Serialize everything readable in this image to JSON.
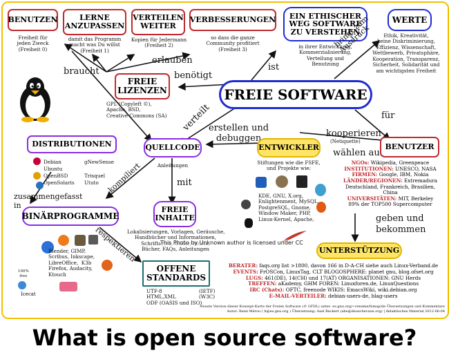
{
  "diagram": {
    "boxes": {
      "benutzen": "BENUTZEN",
      "lernen": "LERNE\nANZUPASSEN",
      "verteilen": "VERTEILEN\nWEITER",
      "verbesserungen": "VERBESSERUNGEN",
      "ethischer": "EIN ETHISCHER\nWEG SOFTWARE\nZU VERSTEHEN",
      "werte": "WERTE",
      "freie_lizenzen": "FREIE\nLIZENZEN",
      "freie_software": "FREIE SOFTWARE",
      "distributionen": "DISTRIBUTIONEN",
      "quellcode": "QUELLCODE",
      "entwickler": "ENTWICKLER",
      "benutzer": "BENUTZER",
      "freie_inhalte": "FREIE\nINHALTE",
      "binaerprogramme": "BINÄRPROGRAMME",
      "unterstuetzung": "UNTERSTÜTZUNG",
      "offene_standards": "OFFENE\nSTANDARDS"
    },
    "texts": {
      "benutzen_desc": "Freiheit für\njeden Zweck\n(Freiheit 0)",
      "lernen_desc": "damit das Programm\nmacht was Du willst\n(Freiheit 1)",
      "verteilen_desc": "Kopien für Jedermann\n(Freiheit 2)",
      "verbesserungen_desc": "so dass die ganze\nCommunity profitiert\n(Freiheit 3)",
      "ethischer_desc": "in ihrer Entwicklung,\nKommerzialisierung,\nVerteilung und\nBenutzung",
      "werte_desc": "Ethik, Kreativität,\nkeine Diskriminierung,\nEffizienz, Wissenschaft,\nWettbewerb, Privatsphäre,\nKooperation, Transparenz,\nSicherheit, Solidarität und\nam wichtigsten Freiheit",
      "lizenzen_desc": "GPL (Copyleft ©),\nApache, BSD,\nCreative Commons (SA)",
      "quellcode_desc": "Anleitungen",
      "entwickler_desc": "Stiftungen wie die FSFE,\nund Projekte wie:",
      "entwickler_projects": "KDE, GNU, X.org,\nEnlightenment, MySQL,\nPostgreSQL, Gnome,\nWindow Maker, PHP,\nLinux-Kernel, Apache,",
      "inhalte_desc": "Lokalisierungen, Vorlagen, Geräusche,\nHandbücher und Informationen,\nSchriftarten, Bilder, Musik,\nBücher, FAQs, Anleitungen",
      "distros_left": "Debian\nUbuntu\nOpenBSD\nOpenSolaris",
      "distros_right": "gNewSense\n\nTrisquel\nUtuto",
      "binaer_apps": "Blender, GIMP,\nScribus, Inkscape,\nLibreOffice,  K3b\nFirefox, Audacity,\nKtouch",
      "icecat": "Icecat",
      "free_badge": "100%\nfree",
      "standards_desc_l": "UTF-8\nHTML,XML\nODF (OASIS und ISO)",
      "standards_desc_r": "(IETF)\n(W3C)",
      "benutzer_orgs": [
        {
          "k": "NGOs:",
          "v": " Wikipedia, Greenpeace"
        },
        {
          "k": "INSTITUTIONEN:",
          "v": " UNESCO, NASA"
        },
        {
          "k": "FIRMEN:",
          "v": " Google, IBM, Nokia"
        },
        {
          "k": "LÄNDER/REGIONEN:",
          "v": " Extremadura"
        },
        {
          "k": "",
          "v": "Deutschland, Frankreich, Brasilien, China"
        },
        {
          "k": "UNIVERSITÄTEN:",
          "v": " MIT, Berkeley"
        },
        {
          "k": "",
          "v": "89% der TOP500 Supercomputer"
        }
      ],
      "support_lines": [
        {
          "k": "BERATER:",
          "v": " faqs.org list >1800, davon 166 in D-A-CH  siehe auch Linux-Verband.de"
        },
        {
          "k": "EVENTS:",
          "v": " FrOSCon, LinuxTag, CLT BLOGOSPHERE: planet gnu, blog.ofset.org"
        },
        {
          "k": "LUGS:",
          "v": " 461(DE), 14(CH) und 17(AT) ORGANISATIONEN: GNU Herds"
        },
        {
          "k": "TREFFEN:",
          "v": " aKademy, GHM  FOREN: Linuxforen.de, LinuxQuestions"
        },
        {
          "k": "IRC (Chats):",
          "v": " OFTC, freenode  WIKIS: EmacsWiki, wiki.debian.org"
        },
        {
          "k": "E-MAIL-VERTEILER:",
          "v": " debian-users-de, blag-users"
        }
      ],
      "footer1": "Neuste Version dieser Konzept-Karte der Freien Software (© GFDL) unter: es.gnu.org/~reneme/fsmap/de Übersetzungen und Kommentare",
      "footer2": "Autor: René Mérou ( h@es.gnu.org ) Übersetzung: Axel Beckert (abe@deuxchevaux.org) | didaktisches Material 2012-06-04",
      "watermark": "This Photo by Unknown author is licensed under CC"
    },
    "edge_labels": {
      "braucht": "braucht",
      "erlauben": "erlauben",
      "benoetigt": "benötigt",
      "ist": "ist",
      "bringt_zum_ausdruck": "bringt zum\nAusdruck",
      "verteilt": "verteilt",
      "erstellen": "erstellen und\ndebuggen",
      "fuer": "für",
      "kooperieren": "kooperieren",
      "netiquette": "(Netiquette)",
      "waehlen": "wählen aus",
      "kompiliert": "kompiliert",
      "mit": "mit",
      "zusammengefasst": "zusammengefasst",
      "in": "in",
      "respektieren": "respektieren",
      "geben": "geben und\nbekommen"
    }
  },
  "caption": "What is open source software?"
}
